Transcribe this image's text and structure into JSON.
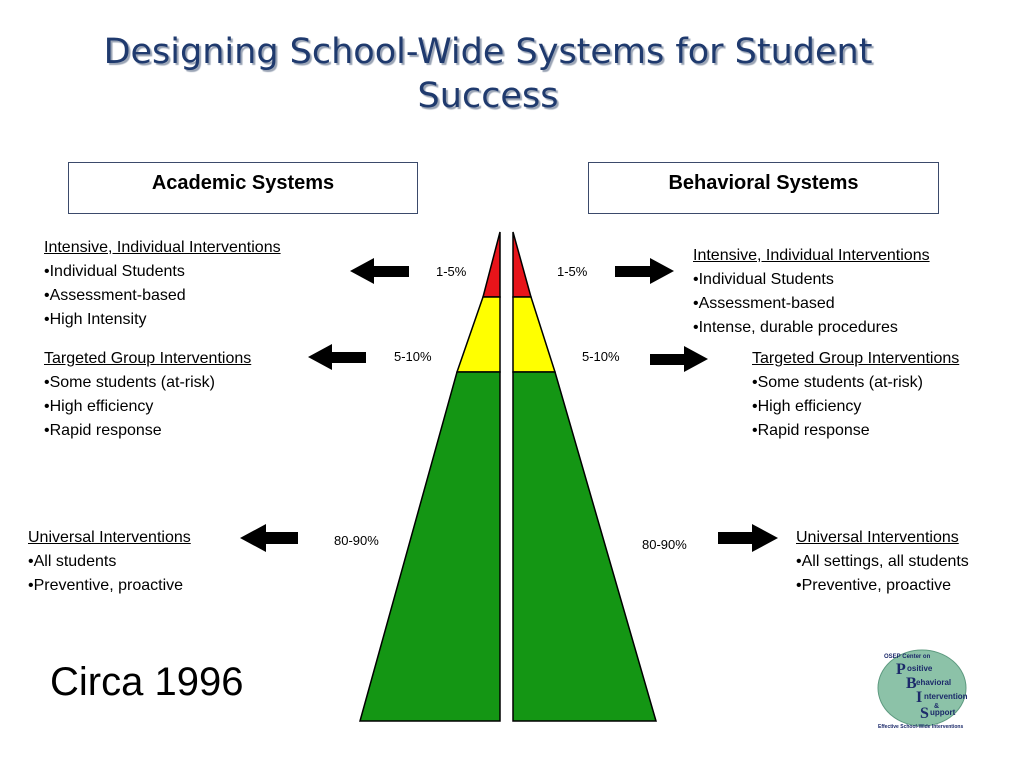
{
  "title": {
    "line1": "Designing School-Wide Systems for Student",
    "line2": "Success"
  },
  "academic": {
    "box_label": "Academic Systems",
    "intensive": {
      "heading": "Intensive, Individual Interventions",
      "items": [
        "Individual Students",
        "Assessment-based",
        "High Intensity"
      ]
    },
    "targeted": {
      "heading": "Targeted Group Interventions",
      "items": [
        "Some students (at-risk)",
        "High efficiency",
        "Rapid response"
      ]
    },
    "universal": {
      "heading": "Universal Interventions",
      "items": [
        "All students",
        "Preventive,  proactive"
      ]
    },
    "pct_top": "1-5%",
    "pct_mid": "5-10%",
    "pct_base": "80-90%"
  },
  "behavioral": {
    "box_label": "Behavioral Systems",
    "intensive": {
      "heading": "Intensive, Individual Interventions",
      "items": [
        "Individual Students",
        "Assessment-based",
        "Intense, durable procedures"
      ]
    },
    "targeted": {
      "heading": "Targeted Group Interventions",
      "items": [
        "Some students (at-risk)",
        "High efficiency",
        "Rapid response"
      ]
    },
    "universal": {
      "heading": "Universal Interventions",
      "items": [
        "All settings, all students",
        "Preventive,  proactive"
      ]
    },
    "pct_top": "1-5%",
    "pct_mid": "5-10%",
    "pct_base": "80-90%"
  },
  "footer": {
    "circa": "Circa 1996"
  },
  "logo": {
    "top": "OSEP Center on",
    "letters": [
      "P",
      "B",
      "I",
      "S"
    ],
    "words": [
      "ositive",
      "ehavioral",
      "ntervention",
      "&",
      "upport"
    ],
    "tagline": "Effective School-Wide Interventions"
  },
  "colors": {
    "red": "#e8141a",
    "yellow": "#ffff00",
    "green": "#149614",
    "title": "#1f3a6e",
    "logo_bg": "#8cc2a8",
    "logo_text": "#1c2a6a"
  }
}
